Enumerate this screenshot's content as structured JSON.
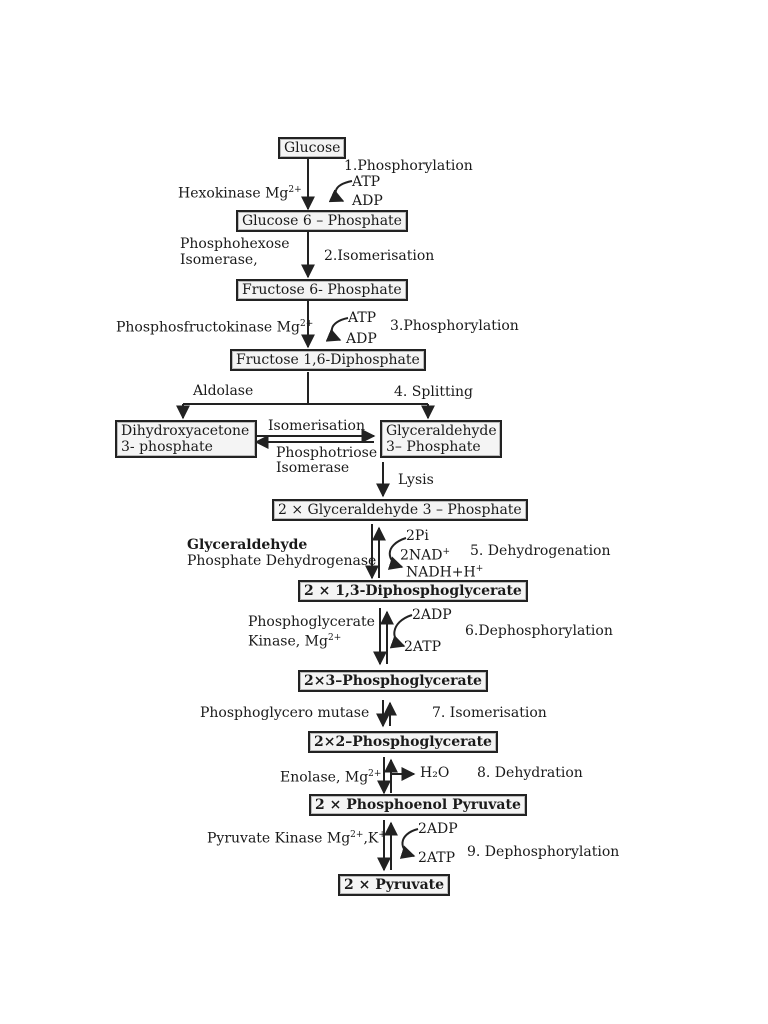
{
  "metabolites": {
    "glucose": "Glucose",
    "g6p": "Glucose 6 – Phosphate",
    "f6p": "Fructose 6- Phosphate",
    "f16bp": "Fructose 1,6-Diphosphate",
    "dhap_line1": "Dihydroxyacetone",
    "dhap_line2": "3- phosphate",
    "gap_line1": "Glyceraldehyde",
    "gap_line2": "3– Phosphate",
    "two_gap": "2 × Glyceraldehyde 3 – Phosphate",
    "two_bpg": "2 × 1,3-Diphosphoglycerate",
    "two_3pg": "2×3–Phosphoglycerate",
    "two_2pg": "2×2–Phosphoglycerate",
    "two_pep": "2 × Phosphoenol Pyruvate",
    "two_pyr": "2 × Pyruvate"
  },
  "steps": {
    "s1": "1.Phosphorylation",
    "s2": "2.Isomerisation",
    "s3": "3.Phosphorylation",
    "s4": "4. Splitting",
    "s5": "5. Dehydrogenation",
    "s6": "6.Dephosphorylation",
    "s7": "7. Isomerisation",
    "s8": "8. Dehydration",
    "s9": "9. Dephosphorylation",
    "iso": "Isomerisation",
    "lysis": "Lysis"
  },
  "enzymes": {
    "hexokinase": "Hexokinase Mg",
    "hexokinase_sup": "2+",
    "phi_line1": "Phosphohexose",
    "phi_line2": "Isomerase,",
    "pfk": "Phosphosfructokinase Mg",
    "pfk_sup": "2+",
    "aldolase": "Aldolase",
    "tpi_line1": "Phosphotriose",
    "tpi_line2": "Isomerase",
    "gapdh_line1": "Glyceraldehyde",
    "gapdh_line2": "Phosphate Dehydrogenase",
    "pgk_line1": "Phosphoglycerate",
    "pgk_line2": "Kinase, Mg",
    "pgk_sup": "2+",
    "pgm": "Phosphoglycero mutase",
    "enolase": "Enolase, Mg",
    "enolase_sup": "2+",
    "pk": "Pyruvate Kinase Mg",
    "pk_sup": "2+",
    "pk_tail": ",K"
  },
  "cofactors": {
    "atp1": "ATP",
    "adp1": "ADP",
    "atp2": "ATP",
    "adp2": "ADP",
    "pi": "2Pi",
    "nad": "2NAD",
    "nadh": "NADH+H",
    "adp6": "2ADP",
    "atp6": "2ATP",
    "h2o": "H₂O",
    "adp9": "2ADP",
    "atp9": "2ATP"
  }
}
